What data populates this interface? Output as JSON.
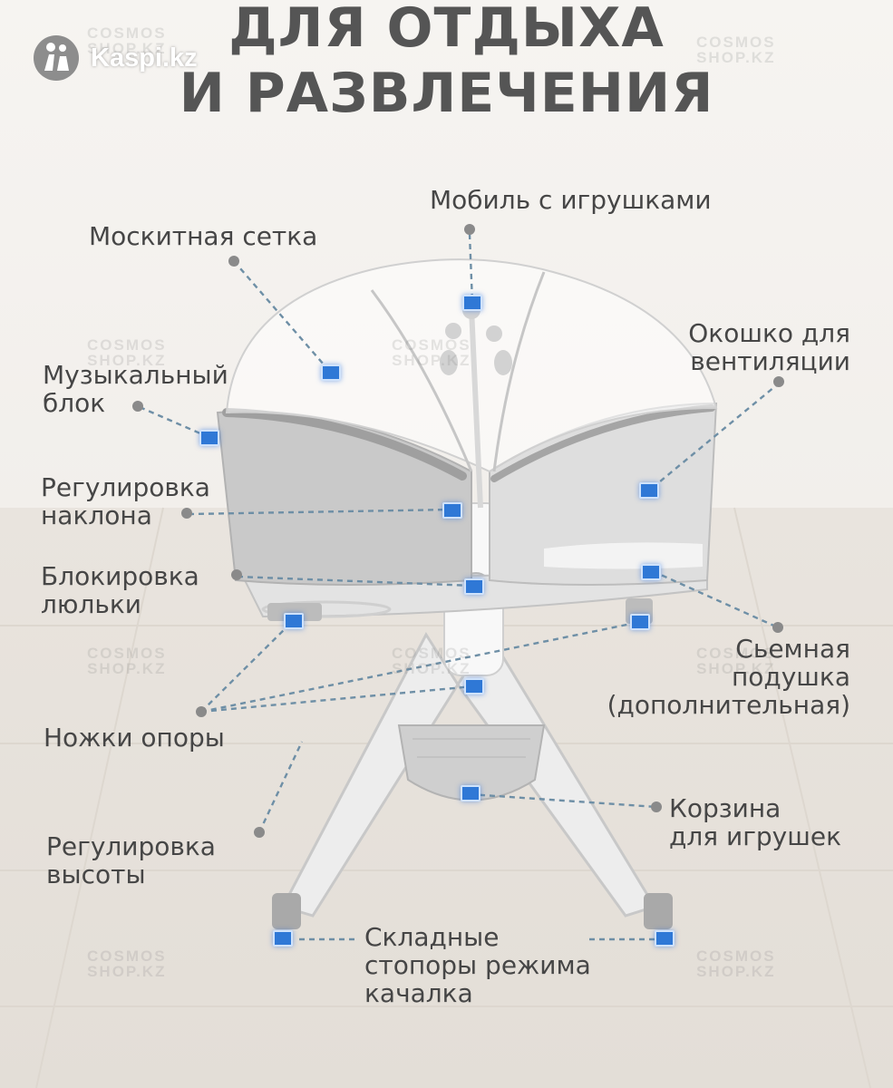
{
  "brand": {
    "name": "Kaspi.kz",
    "icon": "kaspi-logo-icon"
  },
  "heading": {
    "line1": "ДЛЯ ОТДЫХА",
    "line2": "И РАЗВЛЕЧЕНИЯ"
  },
  "watermark": {
    "line1": "COSMOS",
    "line2": "SHOP.KZ"
  },
  "labels": {
    "mobile": [
      "Мобиль с игрушками"
    ],
    "mosquito_net": [
      "Москитная сетка"
    ],
    "music_block": [
      "Музыкальный",
      "блок"
    ],
    "vent_window": [
      "Окошко для",
      "вентиляции"
    ],
    "tilt_adjust": [
      "Регулировка",
      "наклона"
    ],
    "cradle_lock": [
      "Блокировка",
      "люльки"
    ],
    "pillow": [
      "Сьемная",
      "подушка",
      "(дополнительная)"
    ],
    "legs": [
      "Ножки опоры"
    ],
    "basket": [
      "Корзина",
      "для игрушек"
    ],
    "height_adjust": [
      "Регулировка",
      "высоты"
    ],
    "stoppers": [
      "Складные",
      "стопоры режима",
      "качалка"
    ]
  },
  "colors": {
    "highlight": "#2f78d6",
    "leader": "#6e8fa6",
    "text": "#464646"
  }
}
